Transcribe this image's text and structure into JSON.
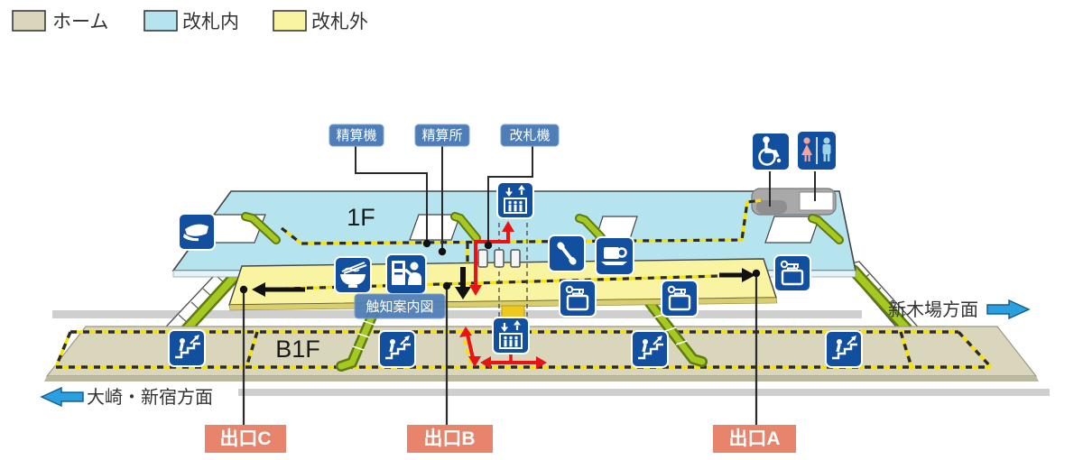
{
  "legend": {
    "items": [
      {
        "label": "ホーム",
        "color": "#d9d6bb"
      },
      {
        "label": "改札内",
        "color": "#b5e3ee"
      },
      {
        "label": "改札外",
        "color": "#f9f4a2"
      }
    ]
  },
  "floors": {
    "ground": "1F",
    "basement": "B1F"
  },
  "callouts": {
    "fare_adjustment_machine": "精算機",
    "fare_adjustment_office": "精算所",
    "ticket_gate_machine": "改札機",
    "tactile_guide_map": "触知案内図"
  },
  "exits": {
    "exit_a": "出口A",
    "exit_b": "出口B",
    "exit_c": "出口C"
  },
  "directions": {
    "toward_osaki_shinjuku": "大崎・新宿方面",
    "toward_shinkiba": "新木場方面"
  },
  "icons": {
    "station_office_icon": "staff-cap",
    "restaurant_icon": "ramen-bowl",
    "ticket_vending_icon": "ticket-machine-and-person",
    "public_phone_icon": "telephone-handset",
    "cafe_icon": "coffee-cup",
    "coin_locker_icon": "key-and-suitcase",
    "elevator_icon": "elevator-with-up-down-arrows",
    "escalator_icon": "person-on-escalator",
    "accessible_icon": "wheelchair",
    "restroom_icon": "woman-and-man"
  },
  "colors": {
    "inside_gates": "#b5e3ee",
    "outside_gates": "#f9f4a2",
    "platform": "#d9d6bb",
    "icon_blue": "#124f9f",
    "callout_blue": "#4e7db8",
    "exit_salmon": "#e8846c",
    "route_red": "#e81414",
    "escalator_green": "#a6c822",
    "track_gray": "#cfcfcf",
    "tactile_yellow": "#f7e200"
  }
}
